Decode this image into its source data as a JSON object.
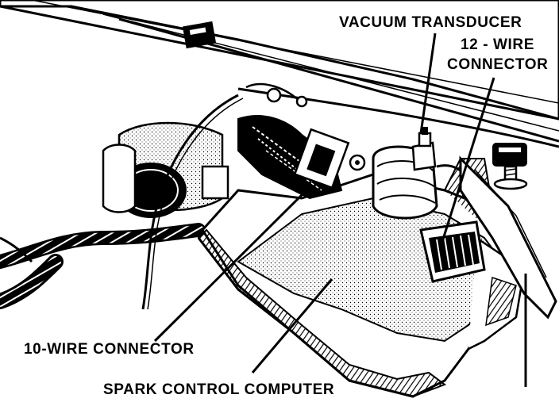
{
  "labels": {
    "vacuum_transducer": "VACUUM TRANSDUCER",
    "twelve_wire_line1": "12 - WIRE",
    "twelve_wire_line2": "CONNECTOR",
    "ten_wire_connector": "10-WIRE CONNECTOR",
    "spark_control_computer": "SPARK CONTROL COMPUTER"
  },
  "colors": {
    "ink": "#000000",
    "paper": "#ffffff"
  }
}
